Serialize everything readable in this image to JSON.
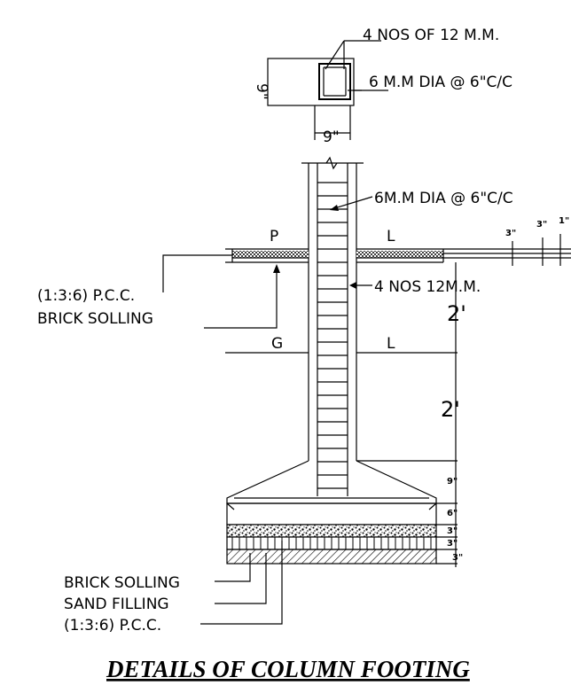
{
  "section": {
    "top_bars": "4 NOS OF 12 M.M.",
    "ties": "6 M.M DIA @ 6\"C/C",
    "dim_width": "9\"",
    "dim_depth": "9\""
  },
  "column": {
    "tie_spacing": "6M.M DIA @ 6\"C/C",
    "bars": "4 NOS  12M.M.",
    "plinth_p": "P",
    "plinth_l": "L",
    "ground_g": "G",
    "ground_l": "L"
  },
  "plinth": {
    "pcc": "(1:3:6) P.C.C.",
    "brick": "BRICK SOLLING",
    "dim_3a": "3\"",
    "dim_3b": "3\"",
    "dim_1": "1\""
  },
  "dims": {
    "upper_2ft": "2'",
    "lower_2ft": "2'",
    "d9": "9\"",
    "d6": "6\"",
    "d3a": "3\"",
    "d3b": "3\"",
    "d3c": "3\""
  },
  "footing_layers": {
    "brick": "BRICK SOLLING",
    "sand": "SAND FILLING",
    "pcc": "(1:3:6) P.C.C."
  },
  "title": "DETAILS OF COLUMN FOOTING"
}
